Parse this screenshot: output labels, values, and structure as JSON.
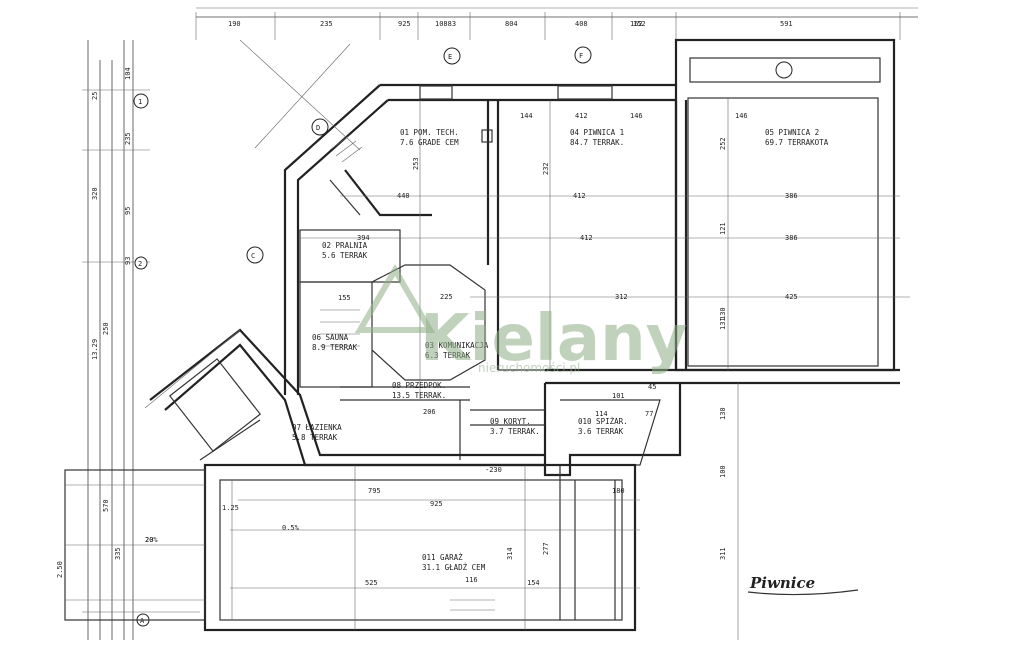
{
  "title": "Piwnice",
  "watermark": {
    "brand": "Kielany",
    "sub": "nieruchomości.pl"
  },
  "rooms": [
    {
      "id": "r01",
      "lines": [
        "01 POM. TECH.",
        "7.6 GRADE CEM"
      ]
    },
    {
      "id": "r02",
      "lines": [
        "02 PRALNIA",
        "5.6 TERRAK"
      ]
    },
    {
      "id": "r03",
      "lines": [
        "03 KOMUNIKACJA",
        "6.3 TERRAK"
      ]
    },
    {
      "id": "r04",
      "lines": [
        "04 PIWNICA 1",
        "84.7 TERRAK."
      ]
    },
    {
      "id": "r05",
      "lines": [
        "05 PIWNICA 2",
        "69.7 TERRAKOTA"
      ]
    },
    {
      "id": "r06",
      "lines": [
        "06 SAUNA",
        "8.9 TERRAK"
      ]
    },
    {
      "id": "r07",
      "lines": [
        "07 ŁAZIENKA",
        "5.8 TERRAK"
      ]
    },
    {
      "id": "r08",
      "lines": [
        "08 PRZEDPOK.",
        "13.5 TERRAK."
      ]
    },
    {
      "id": "r09",
      "lines": [
        "09 KORYT.",
        "3.7 TERRAK."
      ]
    },
    {
      "id": "r10",
      "lines": [
        "010 SPIŻAR.",
        "3.6 TERRAK"
      ]
    },
    {
      "id": "r11",
      "lines": [
        "011 GARAŻ",
        "31.1 GŁADŹ CEM"
      ]
    }
  ],
  "dims_top": [
    "190",
    "235",
    "925",
    "10883",
    "804",
    "408",
    "152",
    "591"
  ],
  "dims_left": [
    "25",
    "104",
    "235",
    "95",
    "320",
    "93",
    "13.29",
    "250",
    "570",
    "335",
    "20"
  ],
  "dims_misc": [
    "440",
    "412",
    "386",
    "412",
    "386",
    "412",
    "425",
    "312",
    "225",
    "795",
    "925",
    "525",
    "116",
    "154",
    "162",
    "130",
    "130",
    "180",
    "311",
    "394",
    "252",
    "253",
    "100",
    "146",
    "144",
    "146",
    "232",
    "121",
    "155",
    "131",
    "314",
    "277",
    "206",
    "0.5%",
    "20%",
    "2.50",
    "-230",
    "1.25",
    "45",
    "77",
    "114",
    "101"
  ],
  "grid_axes": [
    "1",
    "2",
    "A",
    "C",
    "D",
    "E",
    "F"
  ]
}
